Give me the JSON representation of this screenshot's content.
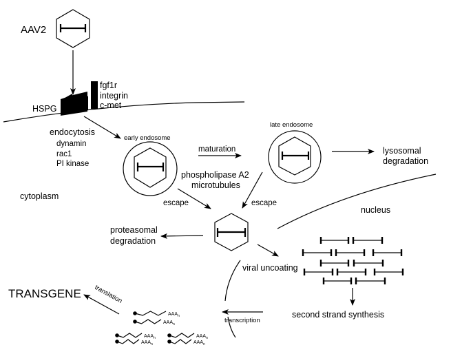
{
  "diagram": {
    "virus_label": "AAV2",
    "receptor_primary": "HSPG",
    "coreceptors": [
      "fgf1r",
      "integrin",
      "c-met"
    ],
    "entry": {
      "process": "endocytosis",
      "factors": [
        "dynamin",
        "rac1",
        "PI kinase"
      ]
    },
    "compartments": {
      "early_endosome": "early endosome",
      "late_endosome": "late endosome",
      "cytoplasm": "cytoplasm",
      "nucleus": "nucleus"
    },
    "steps": {
      "maturation": "maturation",
      "lysosomal_degradation": [
        "lysosomal",
        "degradation"
      ],
      "escape_factors": [
        "phospholipase A2",
        "microtubules"
      ],
      "escape_early": "escape",
      "escape_late": "escape",
      "proteasomal_degradation": [
        "proteasomal",
        "degradation"
      ],
      "viral_uncoating": "viral uncoating",
      "second_strand_synthesis": "second strand synthesis",
      "transcription": "transcription",
      "translation": "translation",
      "transgene": "TRANSGENE"
    },
    "mrna_tail": "AAA",
    "mrna_tail_sub": "n",
    "genome_count": 12,
    "mrna_count": 6
  }
}
